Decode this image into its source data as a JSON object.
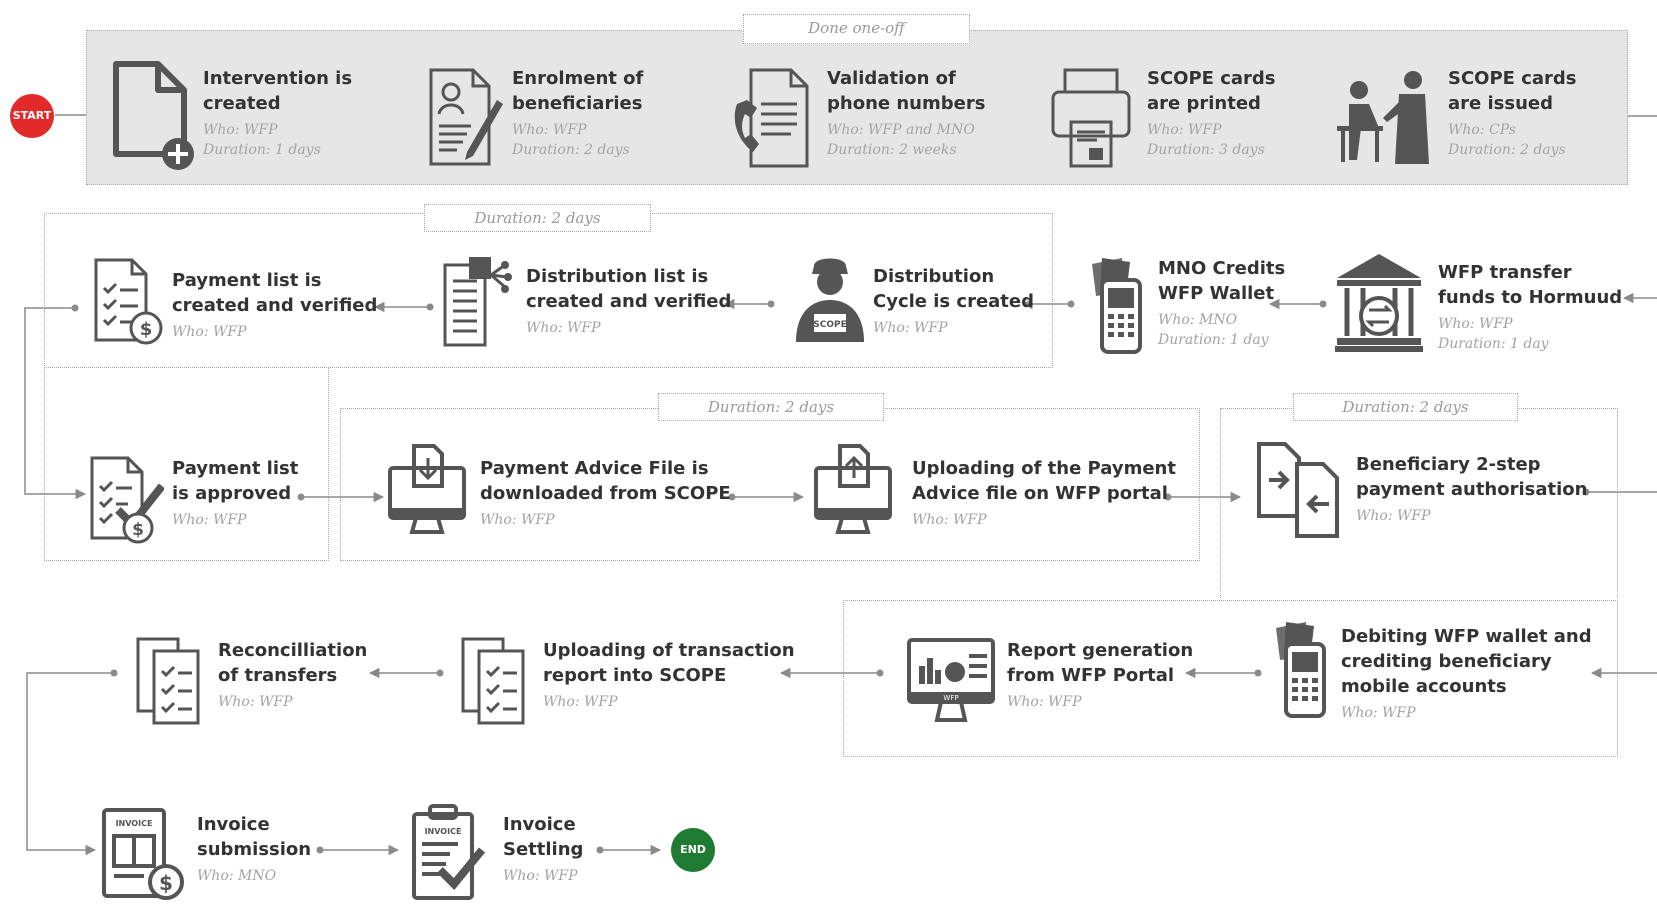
{
  "labels": {
    "start": "START",
    "end": "END",
    "done_one_off": "Done one-off",
    "duration_2_days": "Duration: 2 days"
  },
  "steps": [
    {
      "id": "s1",
      "title": "Intervention is\ncreated",
      "who": "Who: WFP",
      "duration": "Duration: 1 days",
      "icon": "new-document-icon"
    },
    {
      "id": "s2",
      "title": "Enrolment of\nbeneficiaries",
      "who": "Who: WFP",
      "duration": "Duration: 2 days",
      "icon": "form-pen-icon"
    },
    {
      "id": "s3",
      "title": "Validation of\nphone numbers",
      "who": "Who: WFP and MNO",
      "duration": "Duration: 2 weeks",
      "icon": "phone-document-icon"
    },
    {
      "id": "s4",
      "title": "SCOPE cards\nare printed",
      "who": "Who: WFP",
      "duration": "Duration: 3 days",
      "icon": "card-printer-icon"
    },
    {
      "id": "s5",
      "title": "SCOPE cards\nare issued",
      "who": "Who: CPs",
      "duration": "Duration: 2 days",
      "icon": "card-issuing-icon"
    },
    {
      "id": "s6",
      "title": "WFP transfer\nfunds  to Hormuud",
      "who": "Who: WFP",
      "duration": "Duration: 1 day",
      "icon": "bank-transfer-icon"
    },
    {
      "id": "s7",
      "title": "MNO Credits\nWFP Wallet",
      "who": "Who: MNO",
      "duration": "Duration: 1 day",
      "icon": "mobile-money-icon"
    },
    {
      "id": "s8",
      "title": "Distribution\nCycle is created",
      "who": "Who: WFP",
      "duration": "",
      "icon": "operator-icon"
    },
    {
      "id": "s9",
      "title": "Distribution list is\ncreated and verified",
      "who": "Who: WFP",
      "duration": "",
      "icon": "list-share-icon"
    },
    {
      "id": "s10",
      "title": "Payment list is\ncreated and verified",
      "who": "Who: WFP",
      "duration": "",
      "icon": "checklist-dollar-icon"
    },
    {
      "id": "s11",
      "title": "Payment list\nis approved",
      "who": "Who: WFP",
      "duration": "",
      "icon": "checklist-approved-icon"
    },
    {
      "id": "s12",
      "title": "Payment Advice File is\ndownloaded from SCOPE",
      "who": "Who: WFP",
      "duration": "",
      "icon": "monitor-download-icon"
    },
    {
      "id": "s13",
      "title": "Uploading of the Payment\nAdvice file on WFP portal",
      "who": "Who: WFP",
      "duration": "",
      "icon": "monitor-upload-icon"
    },
    {
      "id": "s14",
      "title": "Beneficiary 2-step\npayment authorisation",
      "who": "Who: WFP",
      "duration": "",
      "icon": "two-step-documents-icon"
    },
    {
      "id": "s15",
      "title": "Debiting WFP wallet and\ncrediting beneficiary\nmobile accounts",
      "who": "Who: WFP",
      "duration": "",
      "icon": "mobile-money-icon"
    },
    {
      "id": "s16",
      "title": "Report generation\nfrom WFP Portal",
      "who": "Who: WFP",
      "duration": "",
      "icon": "monitor-report-icon"
    },
    {
      "id": "s17",
      "title": "Uploading of transaction\nreport into SCOPE",
      "who": "Who: WFP",
      "duration": "",
      "icon": "checklist-stack-icon"
    },
    {
      "id": "s18",
      "title": "Reconcilliation\nof transfers",
      "who": "Who: WFP",
      "duration": "",
      "icon": "checklist-stack-icon"
    },
    {
      "id": "s19",
      "title": "Invoice\nsubmission",
      "who": "Who: MNO",
      "duration": "",
      "icon": "invoice-dollar-icon"
    },
    {
      "id": "s20",
      "title": "Invoice\nSettling",
      "who": "Who: WFP",
      "duration": "",
      "icon": "invoice-clipboard-icon"
    }
  ],
  "icon_text": {
    "scope_badge": "SCOPE",
    "invoice": "INVOICE",
    "wfp": "WFP"
  },
  "colors": {
    "start": "#e22a2a",
    "end": "#1f7a32",
    "icon": "#555555",
    "shaded_panel": "#e6e6e6"
  }
}
